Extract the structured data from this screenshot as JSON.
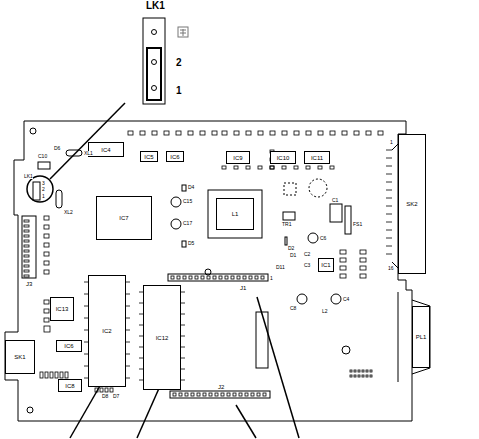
{
  "diagram": {
    "nodes": [
      {
        "text": [
          "IC4"
        ]
      },
      {
        "text": [
          "IC5"
        ]
      },
      {
        "text": [
          "IC6"
        ]
      },
      {
        "text": [
          "IC9"
        ]
      },
      {
        "text": [
          "IC10"
        ]
      },
      {
        "text": [
          "IC11"
        ]
      },
      {
        "text": [
          "IC7"
        ]
      },
      {
        "text": [
          "L1"
        ]
      },
      {
        "text": [
          "IC2"
        ]
      },
      {
        "text": [
          "IC12"
        ]
      },
      {
        "text": [
          "IC13"
        ]
      },
      {
        "text": [
          "IC6"
        ]
      },
      {
        "text": [
          "IC8"
        ]
      },
      {
        "text": [
          "SK2"
        ]
      },
      {
        "text": [
          "PL1"
        ]
      },
      {
        "text": [
          "SK1"
        ]
      },
      {
        "text": [
          "IC1"
        ]
      }
    ],
    "labels": [
      "LK1",
      "2",
      "1",
      "LK1",
      "3",
      "2",
      "1",
      "C10",
      "D6",
      "XL1",
      "XL2",
      "J3",
      "D4",
      "C15",
      "C17",
      "D5",
      "C1",
      "FS1",
      "TR1",
      "D2",
      "C6",
      "D11",
      "D1",
      "C2",
      "C3",
      "C8",
      "C4",
      "L2",
      "J1",
      "1",
      "1",
      "16",
      "D8",
      "D7",
      "J2"
    ]
  }
}
